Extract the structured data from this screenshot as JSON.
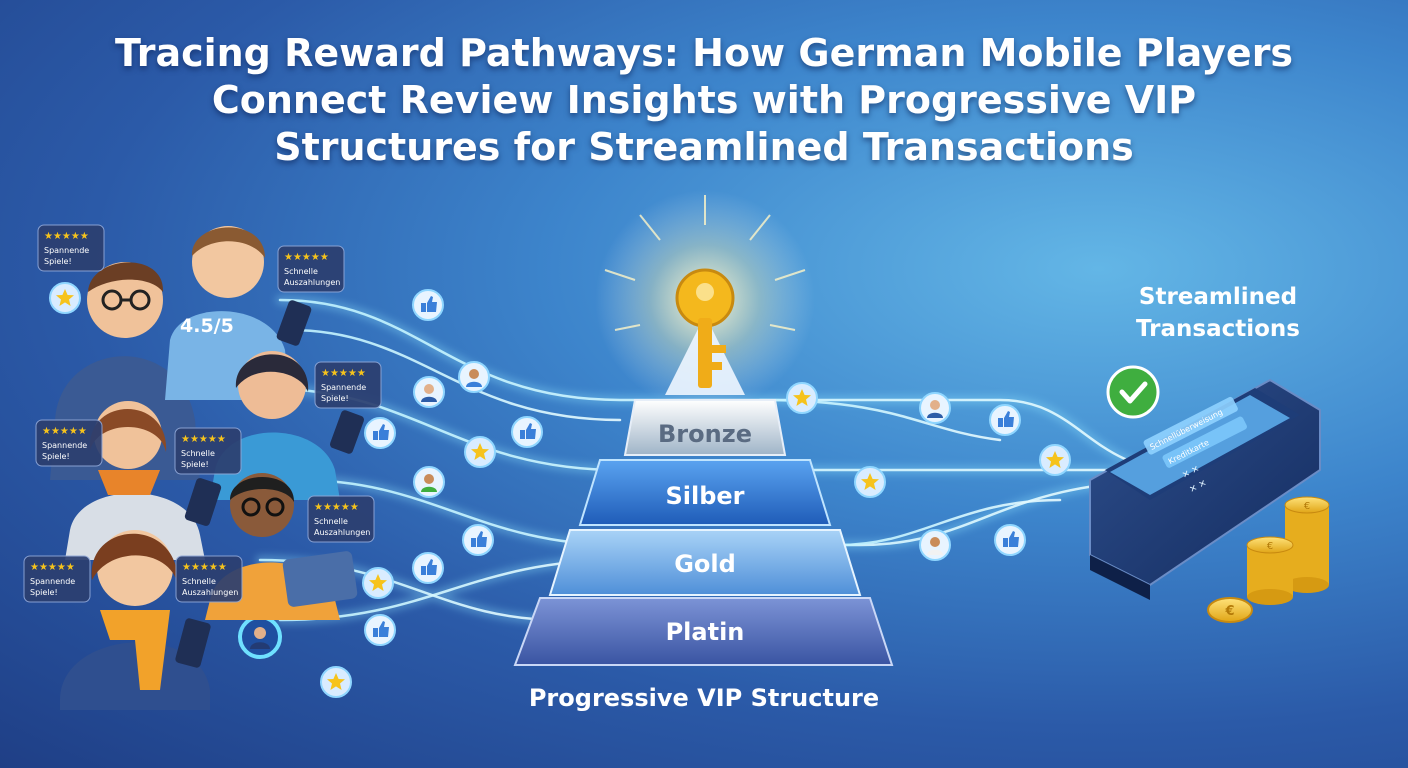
{
  "title": {
    "line1": "Tracing Reward Pathways: How German Mobile Players",
    "line2": "Connect Review Insights with Progressive VIP",
    "line3": "Structures for Streamlined Transactions"
  },
  "reviews": [
    {
      "stars": "★★★★★",
      "text1": "Spannende",
      "text2": "Spiele!"
    },
    {
      "stars": "★★★★★",
      "text1": "Schnelle",
      "text2": "Auszahlungen"
    },
    {
      "stars": "★★★★★",
      "text1": "Spannende",
      "text2": "Spiele!"
    },
    {
      "stars": "★★★★★",
      "text1": "Spannende",
      "text2": "Spiele!"
    },
    {
      "stars": "★★★★★",
      "text1": "Schnelle",
      "text2": "Spiele!"
    },
    {
      "stars": "★★★★★",
      "text1": "Schnelle",
      "text2": "Auszahlungen"
    },
    {
      "stars": "★★★★★",
      "text1": "Spannende",
      "text2": "Spiele!"
    },
    {
      "stars": "★★★★★",
      "text1": "Schnelle",
      "text2": "Auszahlungen"
    }
  ],
  "rating_text": "4.5/5",
  "tiers": [
    "Bronze",
    "Silber",
    "Gold",
    "Platin"
  ],
  "vip_label": "Progressive VIP Structure",
  "transactions_label": {
    "line1": "Streamlined",
    "line2": "Transactions"
  },
  "terminal": {
    "row1": "Schnellüberweisung",
    "row2": "Kreditkarte",
    "row3": "✕  ✕",
    "row4": "✕  ✕"
  },
  "coin_symbol": "€",
  "colors": {
    "bronze": "#c9d3dd",
    "silber": "#3b7fd9",
    "gold": "#69a8e6",
    "platin": "#4d6fbe",
    "star": "#f6c31c",
    "check": "#3fae3f",
    "key": "#f4b81d"
  }
}
